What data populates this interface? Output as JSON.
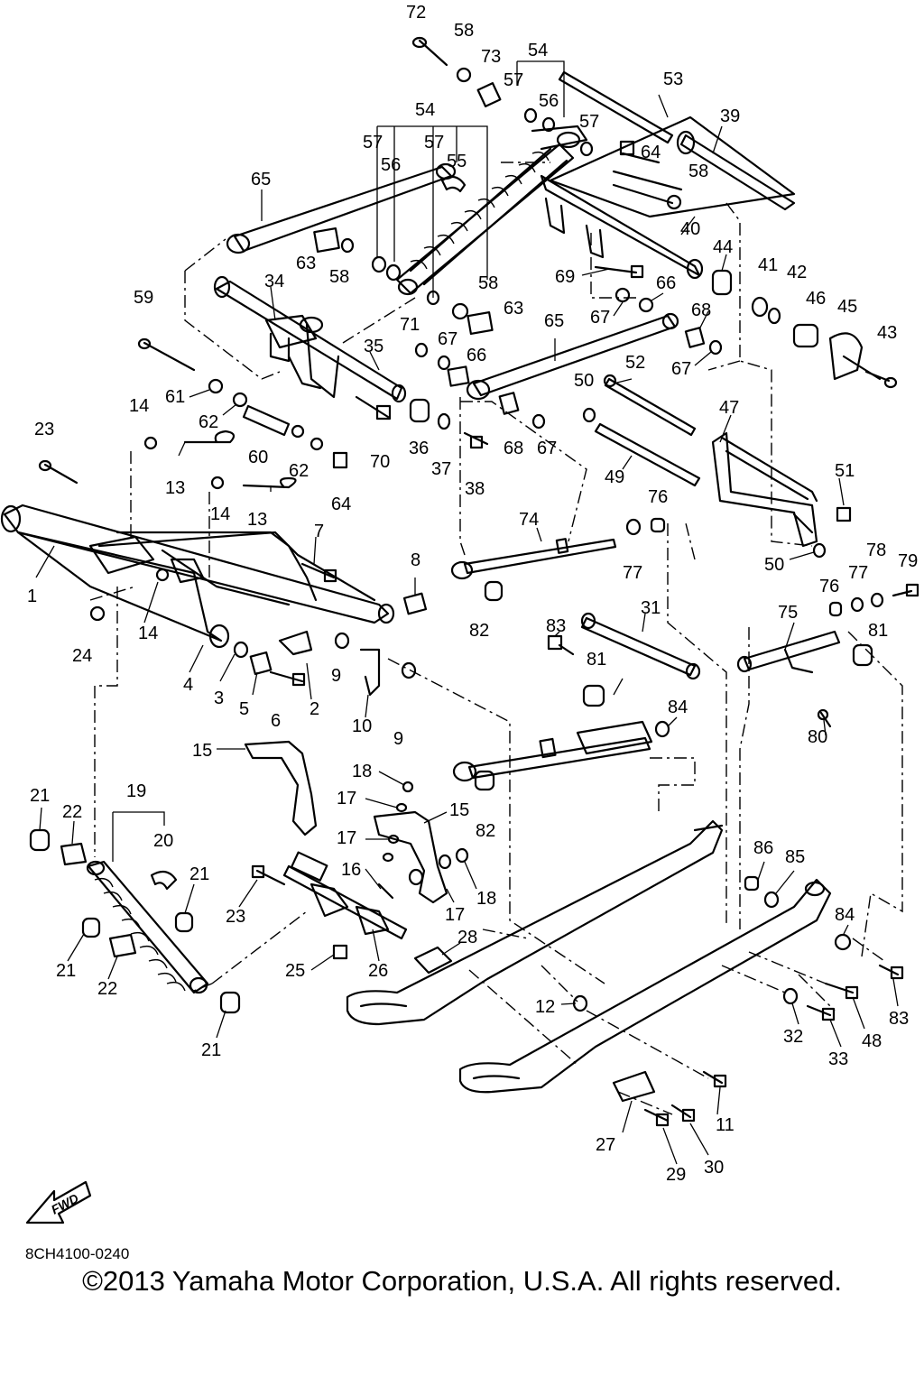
{
  "diagram": {
    "drawing_code": "8CH4100-0240",
    "direction_label": "FWD",
    "copyright": "©2013 Yamaha Motor Corporation, U.S.A. All rights reserved.",
    "callouts": [
      {
        "id": "c72",
        "label": "72"
      },
      {
        "id": "c58a",
        "label": "58"
      },
      {
        "id": "c73",
        "label": "73"
      },
      {
        "id": "c54a",
        "label": "54"
      },
      {
        "id": "c57a",
        "label": "57"
      },
      {
        "id": "c56a",
        "label": "56"
      },
      {
        "id": "c53",
        "label": "53"
      },
      {
        "id": "c54b",
        "label": "54"
      },
      {
        "id": "c57b",
        "label": "57"
      },
      {
        "id": "c56b",
        "label": "56"
      },
      {
        "id": "c57c",
        "label": "57"
      },
      {
        "id": "c55",
        "label": "55"
      },
      {
        "id": "c57d",
        "label": "57"
      },
      {
        "id": "c64a",
        "label": "64"
      },
      {
        "id": "c39",
        "label": "39"
      },
      {
        "id": "c58b",
        "label": "58"
      },
      {
        "id": "c65a",
        "label": "65"
      },
      {
        "id": "c40",
        "label": "40"
      },
      {
        "id": "c44",
        "label": "44"
      },
      {
        "id": "c63a",
        "label": "63"
      },
      {
        "id": "c58c",
        "label": "58"
      },
      {
        "id": "c41",
        "label": "41"
      },
      {
        "id": "c42",
        "label": "42"
      },
      {
        "id": "c69",
        "label": "69"
      },
      {
        "id": "c66a",
        "label": "66"
      },
      {
        "id": "c58d",
        "label": "58"
      },
      {
        "id": "c63b",
        "label": "63"
      },
      {
        "id": "c46",
        "label": "46"
      },
      {
        "id": "c45",
        "label": "45"
      },
      {
        "id": "c59",
        "label": "59"
      },
      {
        "id": "c34",
        "label": "34"
      },
      {
        "id": "c67a",
        "label": "67"
      },
      {
        "id": "c68a",
        "label": "68"
      },
      {
        "id": "c43",
        "label": "43"
      },
      {
        "id": "c65b",
        "label": "65"
      },
      {
        "id": "c71",
        "label": "71"
      },
      {
        "id": "c67b",
        "label": "67"
      },
      {
        "id": "c66b",
        "label": "66"
      },
      {
        "id": "c35",
        "label": "35"
      },
      {
        "id": "c67c",
        "label": "67"
      },
      {
        "id": "c50a",
        "label": "50"
      },
      {
        "id": "c52",
        "label": "52"
      },
      {
        "id": "c61",
        "label": "61"
      },
      {
        "id": "c14a",
        "label": "14"
      },
      {
        "id": "c62a",
        "label": "62"
      },
      {
        "id": "c47",
        "label": "47"
      },
      {
        "id": "c23a",
        "label": "23"
      },
      {
        "id": "c60",
        "label": "60"
      },
      {
        "id": "c36",
        "label": "36"
      },
      {
        "id": "c37",
        "label": "37"
      },
      {
        "id": "c68b",
        "label": "68"
      },
      {
        "id": "c67d",
        "label": "67"
      },
      {
        "id": "c62b",
        "label": "62"
      },
      {
        "id": "c70",
        "label": "70"
      },
      {
        "id": "c13a",
        "label": "13"
      },
      {
        "id": "c38",
        "label": "38"
      },
      {
        "id": "c49",
        "label": "49"
      },
      {
        "id": "c51",
        "label": "51"
      },
      {
        "id": "c64b",
        "label": "64"
      },
      {
        "id": "c14b",
        "label": "14"
      },
      {
        "id": "c13b",
        "label": "13"
      },
      {
        "id": "c76a",
        "label": "76"
      },
      {
        "id": "c74",
        "label": "74"
      },
      {
        "id": "c7",
        "label": "7"
      },
      {
        "id": "c77a",
        "label": "77"
      },
      {
        "id": "c78",
        "label": "78"
      },
      {
        "id": "c79",
        "label": "79"
      },
      {
        "id": "c50b",
        "label": "50"
      },
      {
        "id": "c8",
        "label": "8"
      },
      {
        "id": "c1",
        "label": "1"
      },
      {
        "id": "c76b",
        "label": "76"
      },
      {
        "id": "c77b",
        "label": "77"
      },
      {
        "id": "c14c",
        "label": "14"
      },
      {
        "id": "c82a",
        "label": "82"
      },
      {
        "id": "c83a",
        "label": "83"
      },
      {
        "id": "c31",
        "label": "31"
      },
      {
        "id": "c75",
        "label": "75"
      },
      {
        "id": "c81a",
        "label": "81"
      },
      {
        "id": "c24",
        "label": "24"
      },
      {
        "id": "c4",
        "label": "4"
      },
      {
        "id": "c3",
        "label": "3"
      },
      {
        "id": "c9a",
        "label": "9"
      },
      {
        "id": "c81b",
        "label": "81"
      },
      {
        "id": "c5",
        "label": "5"
      },
      {
        "id": "c6",
        "label": "6"
      },
      {
        "id": "c2",
        "label": "2"
      },
      {
        "id": "c10",
        "label": "10"
      },
      {
        "id": "c84a",
        "label": "84"
      },
      {
        "id": "c9b",
        "label": "9"
      },
      {
        "id": "c80",
        "label": "80"
      },
      {
        "id": "c15a",
        "label": "15"
      },
      {
        "id": "c18a",
        "label": "18"
      },
      {
        "id": "c17a",
        "label": "17"
      },
      {
        "id": "c15b",
        "label": "15"
      },
      {
        "id": "c21a",
        "label": "21"
      },
      {
        "id": "c19",
        "label": "19"
      },
      {
        "id": "c22a",
        "label": "22"
      },
      {
        "id": "c82b",
        "label": "82"
      },
      {
        "id": "c17b",
        "label": "17"
      },
      {
        "id": "c20",
        "label": "20"
      },
      {
        "id": "c86",
        "label": "86"
      },
      {
        "id": "c85",
        "label": "85"
      },
      {
        "id": "c16",
        "label": "16"
      },
      {
        "id": "c21b",
        "label": "21"
      },
      {
        "id": "c23b",
        "label": "23"
      },
      {
        "id": "c18b",
        "label": "18"
      },
      {
        "id": "c17c",
        "label": "17"
      },
      {
        "id": "c28",
        "label": "28"
      },
      {
        "id": "c84b",
        "label": "84"
      },
      {
        "id": "c21c",
        "label": "21"
      },
      {
        "id": "c25",
        "label": "25"
      },
      {
        "id": "c26",
        "label": "26"
      },
      {
        "id": "c22b",
        "label": "22"
      },
      {
        "id": "c83b",
        "label": "83"
      },
      {
        "id": "c12",
        "label": "12"
      },
      {
        "id": "c32",
        "label": "32"
      },
      {
        "id": "c48",
        "label": "48"
      },
      {
        "id": "c33",
        "label": "33"
      },
      {
        "id": "c21d",
        "label": "21"
      },
      {
        "id": "c11",
        "label": "11"
      },
      {
        "id": "c27",
        "label": "27"
      },
      {
        "id": "c30",
        "label": "30"
      },
      {
        "id": "c29",
        "label": "29"
      }
    ]
  }
}
